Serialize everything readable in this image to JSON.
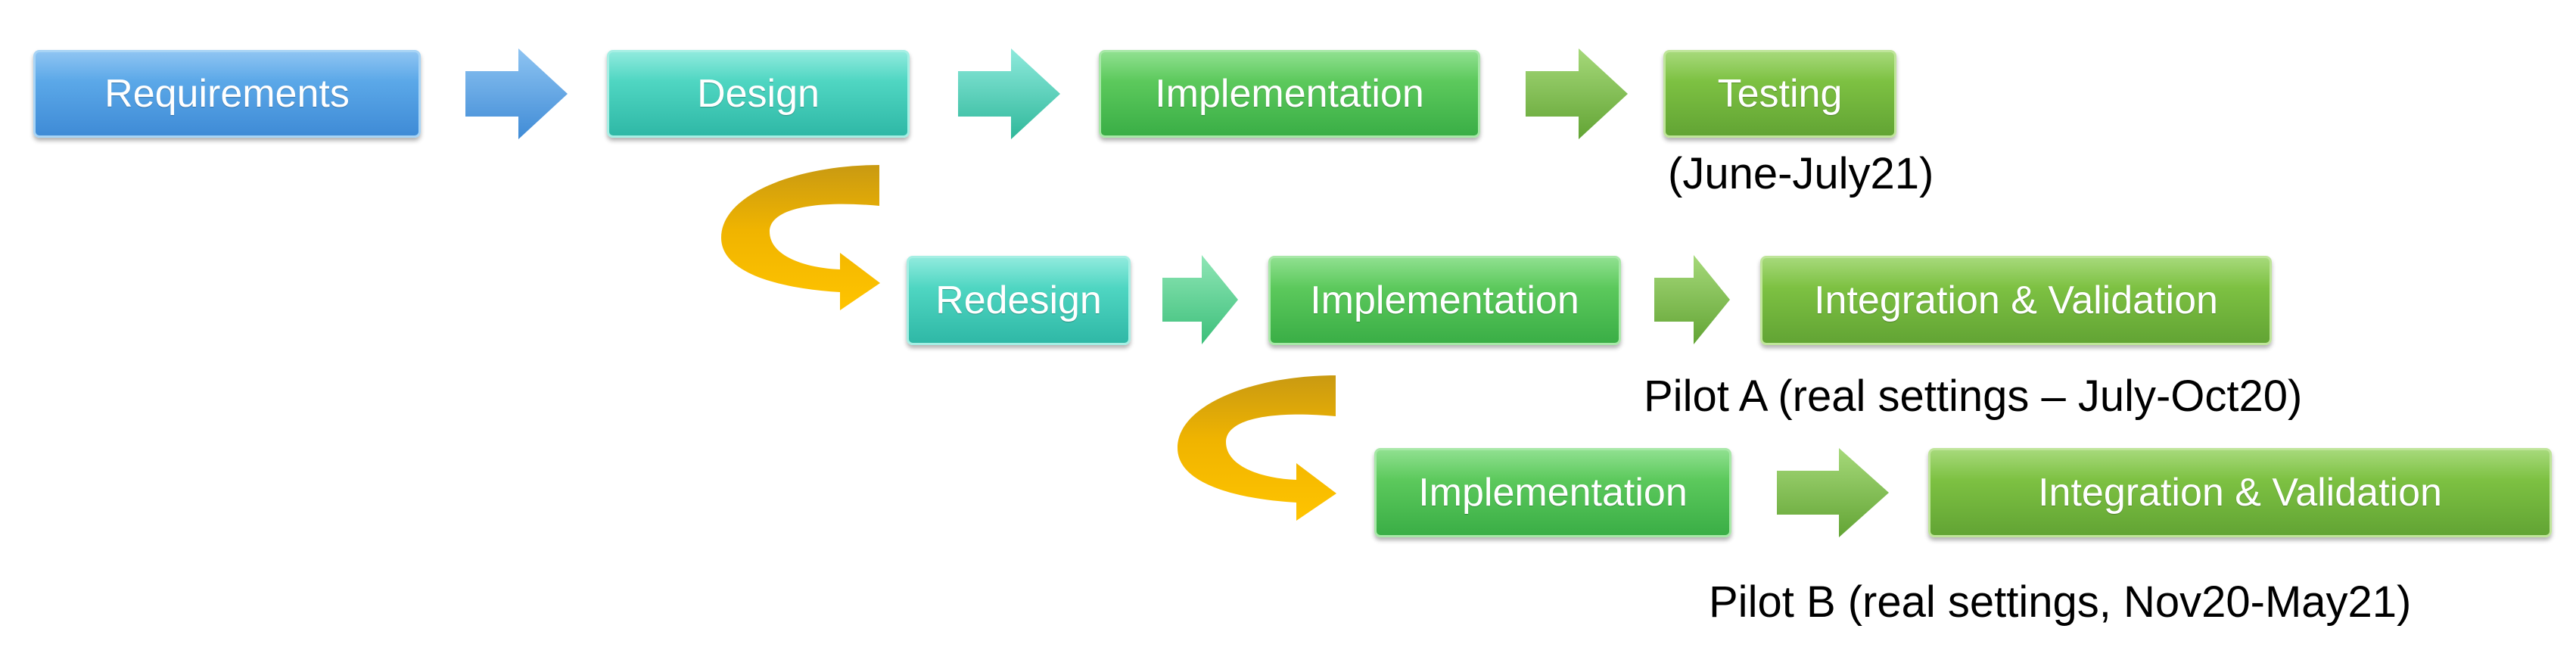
{
  "rows": [
    {
      "steps": [
        "Requirements",
        "Design",
        "Implementation",
        "Testing"
      ],
      "note": "(June-July21)"
    },
    {
      "steps": [
        "Redesign",
        "Implementation",
        "Integration & Validation"
      ],
      "note": "Pilot A (real settings – July-Oct20)"
    },
    {
      "steps": [
        "Implementation",
        "Integration & Validation"
      ],
      "note": "Pilot B (real settings, Nov20-May21)"
    }
  ],
  "colors": {
    "blue": "#5ba8e8",
    "teal": "#4fd6c2",
    "green": "#5cc95c",
    "olive": "#7dc142",
    "curve_arrow": "#f0b400",
    "curve_arrow_dark": "#c99a12"
  }
}
